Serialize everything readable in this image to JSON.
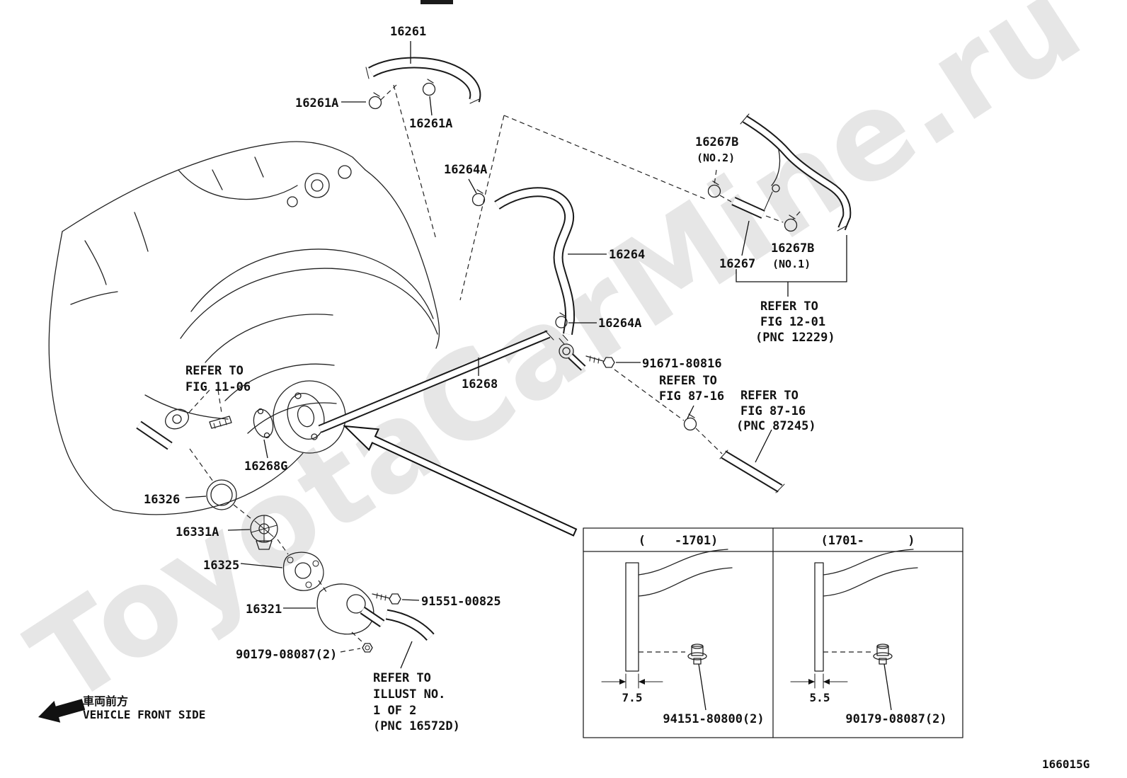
{
  "doc": {
    "code": "166015G",
    "watermark": "ToyotaCarMine.ru"
  },
  "front_side": {
    "jp": "車両前方",
    "en": "VEHICLE FRONT SIDE"
  },
  "labels": [
    {
      "text": "16261"
    },
    {
      "text": "16261A"
    },
    {
      "text": "16261A"
    },
    {
      "text": "16264A"
    },
    {
      "text": "16267B"
    },
    {
      "text": "(NO.2)"
    },
    {
      "text": "16264"
    },
    {
      "text": "16267"
    },
    {
      "text": "16267B"
    },
    {
      "text": "(NO.1)"
    },
    {
      "text": "REFER TO"
    },
    {
      "text": "FIG 12-01"
    },
    {
      "text": "(PNC 12229)"
    },
    {
      "text": "16264A"
    },
    {
      "text": "91671-80816"
    },
    {
      "text": "REFER TO"
    },
    {
      "text": "FIG 87-16"
    },
    {
      "text": "REFER TO"
    },
    {
      "text": "FIG 87-16"
    },
    {
      "text": "(PNC 87245)"
    },
    {
      "text": "REFER TO"
    },
    {
      "text": "FIG 11-06"
    },
    {
      "text": "16268"
    },
    {
      "text": "16268G"
    },
    {
      "text": "16326"
    },
    {
      "text": "16331A"
    },
    {
      "text": "16325"
    },
    {
      "text": "16321"
    },
    {
      "text": "91551-00825"
    },
    {
      "text": "90179-08087(2)"
    },
    {
      "text": "REFER TO"
    },
    {
      "text": "ILLUST NO."
    },
    {
      "text": "1 OF 2"
    },
    {
      "text": "(PNC 16572D)"
    }
  ],
  "inset": {
    "left_header": "(    -1701)",
    "right_header": "(1701-      )",
    "left_dim": "7.5",
    "right_dim": "5.5",
    "left_part": "94151-80800(2)",
    "right_part": "90179-08087(2)"
  }
}
